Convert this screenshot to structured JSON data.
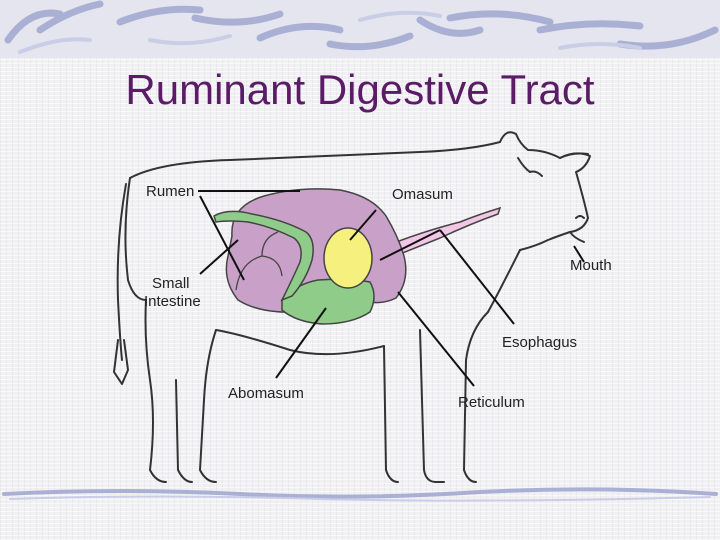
{
  "title": "Ruminant Digestive Tract",
  "labels": {
    "rumen": "Rumen",
    "omasum": "Omasum",
    "mouth": "Mouth",
    "small_intestine_line1": "Small",
    "small_intestine_line2": "Intestine",
    "esophagus": "Esophagus",
    "abomasum": "Abomasum",
    "reticulum": "Reticulum"
  },
  "colors": {
    "title": "#5b1b66",
    "rumen": "#c9a0c8",
    "omasum": "#f6f17e",
    "small_intestine": "#8fcc8a",
    "abomasum": "#8fcc8a",
    "esophagus": "#f2c6e6",
    "band": "#aab0d4"
  }
}
